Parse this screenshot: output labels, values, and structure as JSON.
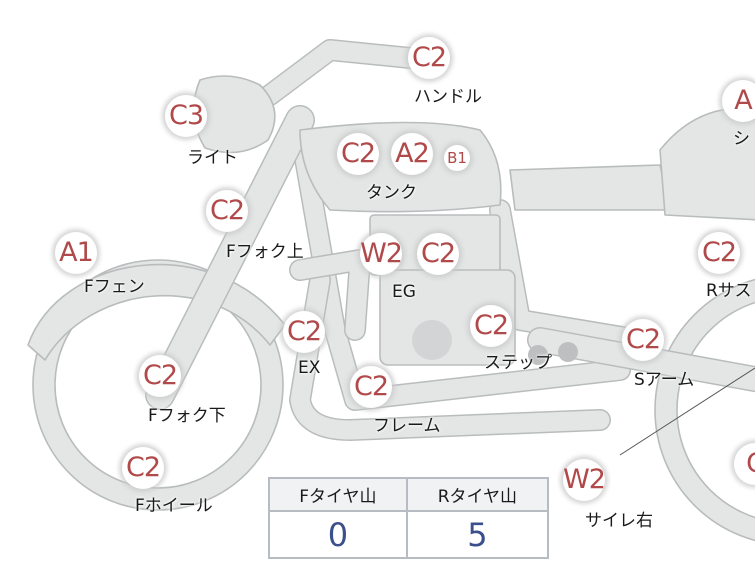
{
  "markers": [
    {
      "id": "handle",
      "grade": "C2",
      "label": "ハンドル"
    },
    {
      "id": "light",
      "grade": "C3",
      "label": "ライト"
    },
    {
      "id": "tank-c2",
      "grade": "C2",
      "label": ""
    },
    {
      "id": "tank-a2",
      "grade": "A2",
      "label": "タンク"
    },
    {
      "id": "tank-b1",
      "grade": "B1",
      "label": ""
    },
    {
      "id": "seat",
      "grade": "A",
      "label": "シ"
    },
    {
      "id": "ffork-upper",
      "grade": "C2",
      "label": "Fフォク上"
    },
    {
      "id": "ffender",
      "grade": "A1",
      "label": "Fフェン"
    },
    {
      "id": "eg-w2",
      "grade": "W2",
      "label": ""
    },
    {
      "id": "eg-c2",
      "grade": "C2",
      "label": "EG"
    },
    {
      "id": "rsus",
      "grade": "C2",
      "label": "Rサス"
    },
    {
      "id": "ex",
      "grade": "C2",
      "label": "EX"
    },
    {
      "id": "step",
      "grade": "C2",
      "label": "ステップ"
    },
    {
      "id": "sarm",
      "grade": "C2",
      "label": "Sアーム"
    },
    {
      "id": "ffork-lower",
      "grade": "C2",
      "label": "Fフォク下"
    },
    {
      "id": "frame",
      "grade": "C2",
      "label": "フレーム"
    },
    {
      "id": "fwheel",
      "grade": "C2",
      "label": "Fホイール"
    },
    {
      "id": "side-right",
      "grade": "W2",
      "label": "サイレ右"
    },
    {
      "id": "rwheel",
      "grade": "C",
      "label": ""
    }
  ],
  "tire_table": {
    "headers": [
      "Fタイヤ山",
      "Rタイヤ山"
    ],
    "values": [
      "0",
      "5"
    ]
  },
  "colors": {
    "grade_text": "#b04a4a",
    "value_text": "#3b4f8c",
    "body_fill": "#e4e6e6",
    "body_stroke": "#b9bcbd"
  }
}
